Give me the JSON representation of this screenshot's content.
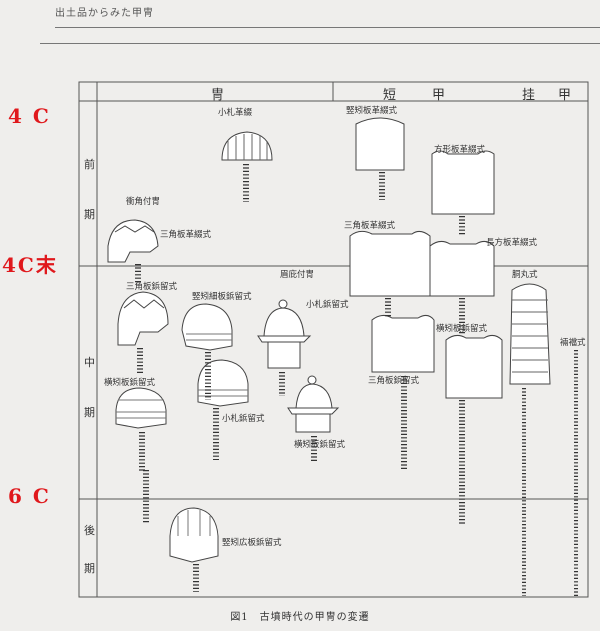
{
  "header": {
    "running_title": "出土品からみた甲冑"
  },
  "centuries": {
    "c4": "4 C",
    "c4_end": "4C末",
    "c6": "6 C"
  },
  "periods": {
    "early": [
      "前",
      "期"
    ],
    "middle": [
      "中",
      "期"
    ],
    "late": [
      "後",
      "期"
    ]
  },
  "columns": {
    "helmet": "冑",
    "tanko_1": "短",
    "tanko_2": "甲",
    "keiko_1": "挂",
    "keiko_2": "甲"
  },
  "labels": {
    "kozane_kawa": "小札革綴",
    "shokaku_tsuki": "衝角付冑",
    "sankaku_kawatoji_helmet": "三角板革綴式",
    "sankaku_byodome_helmet": "三角板鋲留式",
    "tatehagi_hoso": "竪矧細板鋲留式",
    "mabisashi_tsuki": "眉庇付冑",
    "kozane_byodome_1": "小札鋲留式",
    "yokohagi_byodome_helmet": "横矧板鋲留式",
    "kozane_byodome_2": "小札鋲留式",
    "yokohagi_byodome_2": "横矧板鋲留式",
    "tatehagi_hiro": "竪矧広板鋲留式",
    "tatehagi_kawatoji": "竪矧板革綴式",
    "hogata_kawatoji": "方形板革綴式",
    "sankaku_kawatoji_armor": "三角板革綴式",
    "chohogata_kawatoji": "長方板革綴式",
    "sankaku_byodome_armor": "三角板鋲留式",
    "yokohagi_byodome_armor": "横矧板鋲留式",
    "domaru": "胴丸式",
    "ryoto": "裲襠式"
  },
  "caption": "図1　古墳時代の甲冑の変遷"
}
